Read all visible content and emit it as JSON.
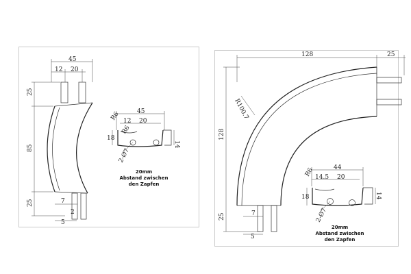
{
  "left_drawing": {
    "dims": {
      "top_width": "45",
      "peg_gap": "12",
      "peg_span": "20",
      "peg_height": "25",
      "arc_height": "85",
      "bottom_peg": "25",
      "foot_width": "7",
      "foot_inner": "2",
      "foot_outer": "5"
    },
    "detail": {
      "width": "45",
      "gap": "12",
      "span": "20",
      "left_h": "18",
      "right_h": "14",
      "thread": "2-Ø7",
      "radius_a": "R6",
      "radius_b": "R6"
    },
    "note": [
      "20mm",
      "Abstand zwischen",
      "den Zapfen"
    ]
  },
  "right_drawing": {
    "dims": {
      "width": "128",
      "extension": "25",
      "radius": "R100.7",
      "height": "128",
      "bottom_peg": "25",
      "foot_width": "7",
      "foot_outer": "5"
    },
    "detail": {
      "width": "44",
      "gap": "14.5",
      "span": "20",
      "left_h": "18",
      "right_h": "14",
      "thread": "2-Ø7",
      "radius_a": "R6"
    },
    "note": [
      "20mm",
      "Abstand zwischen",
      "den Zapfen"
    ]
  }
}
